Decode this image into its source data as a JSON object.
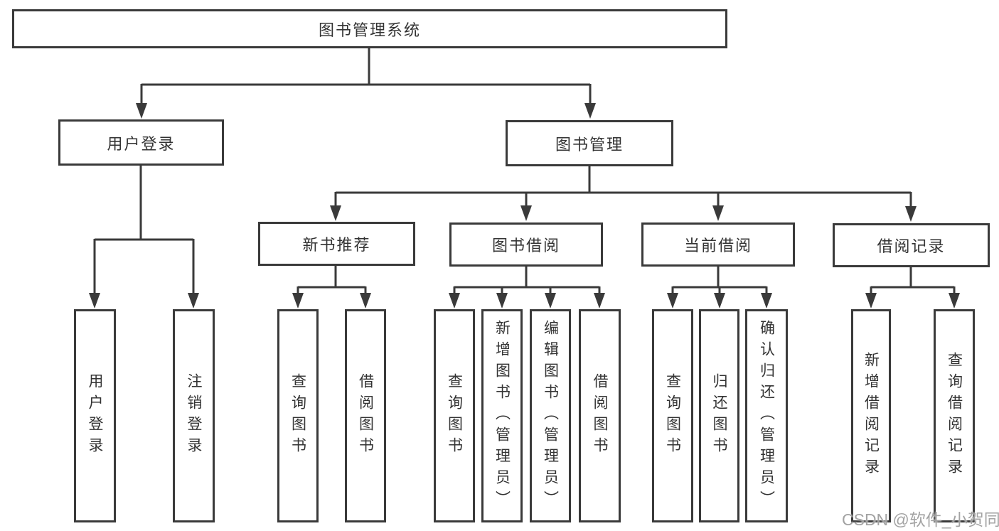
{
  "tree": {
    "label": "图书管理系统",
    "children": [
      {
        "label": "用户登录",
        "children": [
          {
            "label": "用户登录"
          },
          {
            "label": "注销登录"
          }
        ]
      },
      {
        "label": "图书管理",
        "children": [
          {
            "label": "新书推荐",
            "children": [
              {
                "label": "查询图书"
              },
              {
                "label": "借阅图书"
              }
            ]
          },
          {
            "label": "图书借阅",
            "children": [
              {
                "label": "查询图书"
              },
              {
                "label": "新增图书（管理员）"
              },
              {
                "label": "编辑图书（管理员）"
              },
              {
                "label": "借阅图书"
              }
            ]
          },
          {
            "label": "当前借阅",
            "children": [
              {
                "label": "查询图书"
              },
              {
                "label": "归还图书"
              },
              {
                "label": "确认归还（管理员）"
              }
            ]
          },
          {
            "label": "借阅记录",
            "children": [
              {
                "label": "新增借阅记录"
              },
              {
                "label": "查询借阅记录"
              }
            ]
          }
        ]
      }
    ]
  },
  "watermark": "CSDN @软件_小贺同学",
  "colors": {
    "line": "#3a3a3a",
    "box_background": "#ffffff",
    "text": "#333333",
    "watermark": "#9e9e9e"
  }
}
